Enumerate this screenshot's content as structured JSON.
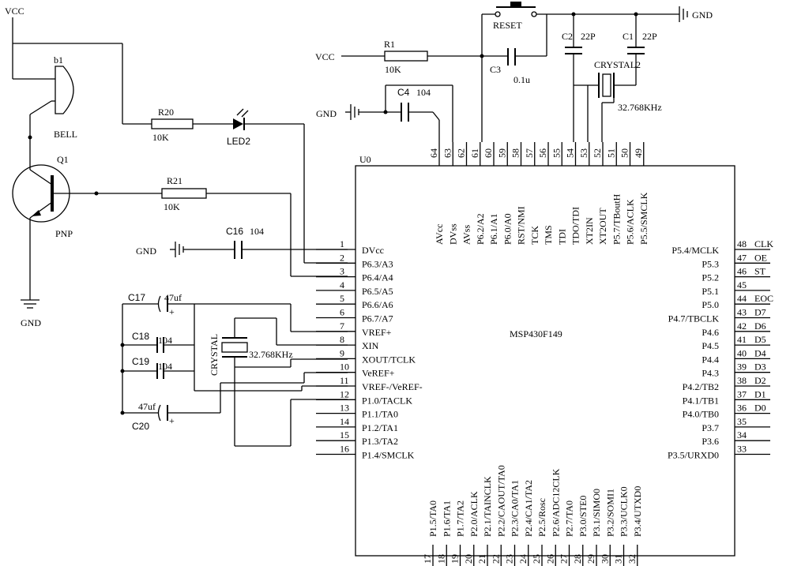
{
  "chip": {
    "ref": "U0",
    "name": "MSP430F149",
    "left_pins": [
      {
        "num": "1",
        "label": "DVcc"
      },
      {
        "num": "2",
        "label": "P6.3/A3"
      },
      {
        "num": "3",
        "label": "P6.4/A4"
      },
      {
        "num": "4",
        "label": "P6.5/A5"
      },
      {
        "num": "5",
        "label": "P6.6/A6"
      },
      {
        "num": "6",
        "label": "P6.7/A7"
      },
      {
        "num": "7",
        "label": "VREF+"
      },
      {
        "num": "8",
        "label": "XIN"
      },
      {
        "num": "9",
        "label": "XOUT/TCLK"
      },
      {
        "num": "10",
        "label": "VeREF+"
      },
      {
        "num": "11",
        "label": "VREF-/VeREF-"
      },
      {
        "num": "12",
        "label": "P1.0/TACLK"
      },
      {
        "num": "13",
        "label": "P1.1/TA0"
      },
      {
        "num": "14",
        "label": "P1.2/TA1"
      },
      {
        "num": "15",
        "label": "P1.3/TA2"
      },
      {
        "num": "16",
        "label": "P1.4/SMCLK"
      }
    ],
    "right_pins": [
      {
        "num": "48",
        "label": "P5.4/MCLK",
        "net": "CLK"
      },
      {
        "num": "47",
        "label": "P5.3",
        "net": "OE"
      },
      {
        "num": "46",
        "label": "P5.2",
        "net": "ST"
      },
      {
        "num": "45",
        "label": "P5.1",
        "net": ""
      },
      {
        "num": "44",
        "label": "P5.0",
        "net": "EOC"
      },
      {
        "num": "43",
        "label": "P4.7/TBCLK",
        "net": "D7"
      },
      {
        "num": "42",
        "label": "P4.6",
        "net": "D6"
      },
      {
        "num": "41",
        "label": "P4.5",
        "net": "D5"
      },
      {
        "num": "40",
        "label": "P4.4",
        "net": "D4"
      },
      {
        "num": "39",
        "label": "P4.3",
        "net": "D3"
      },
      {
        "num": "38",
        "label": "P4.2/TB2",
        "net": "D2"
      },
      {
        "num": "37",
        "label": "P4.1/TB1",
        "net": "D1"
      },
      {
        "num": "36",
        "label": "P4.0/TB0",
        "net": "D0"
      },
      {
        "num": "35",
        "label": "P3.7",
        "net": ""
      },
      {
        "num": "34",
        "label": "P3.6",
        "net": ""
      },
      {
        "num": "33",
        "label": "P3.5/URXD0",
        "net": ""
      }
    ],
    "top_pins": [
      {
        "num": "64",
        "label": "AVcc"
      },
      {
        "num": "63",
        "label": "DVss"
      },
      {
        "num": "62",
        "label": "AVss"
      },
      {
        "num": "61",
        "label": "P6.2/A2"
      },
      {
        "num": "60",
        "label": "P6.1/A1"
      },
      {
        "num": "59",
        "label": "P6.0/A0"
      },
      {
        "num": "58",
        "label": "RST/NMI"
      },
      {
        "num": "57",
        "label": "TCK"
      },
      {
        "num": "56",
        "label": "TMS"
      },
      {
        "num": "55",
        "label": "TDI"
      },
      {
        "num": "54",
        "label": "TDO/TDI"
      },
      {
        "num": "53",
        "label": "XT2IN"
      },
      {
        "num": "52",
        "label": "XT2OUT"
      },
      {
        "num": "51",
        "label": "P5.7/TBoutH"
      },
      {
        "num": "50",
        "label": "P5.6/ACLK"
      },
      {
        "num": "49",
        "label": "P5.5/SMCLK"
      }
    ],
    "bottom_pins": [
      {
        "num": "17",
        "label": "P1.5/TA0"
      },
      {
        "num": "18",
        "label": "P1.6/TA1"
      },
      {
        "num": "19",
        "label": "P1.7/TA2"
      },
      {
        "num": "20",
        "label": "P2.0/ACLK"
      },
      {
        "num": "21",
        "label": "P2.1/TAINCLK"
      },
      {
        "num": "22",
        "label": "P2.2/CAOUT/TA0"
      },
      {
        "num": "23",
        "label": "P2.3/CA0/TA1"
      },
      {
        "num": "24",
        "label": "P2.4/CA1/TA2"
      },
      {
        "num": "25",
        "label": "P2.5/Rosc"
      },
      {
        "num": "26",
        "label": "P2.6/ADC12CLK"
      },
      {
        "num": "27",
        "label": "P2.7/TA0"
      },
      {
        "num": "28",
        "label": "P3.0/STE0"
      },
      {
        "num": "29",
        "label": "P3.1/SIMO0"
      },
      {
        "num": "30",
        "label": "P3.2/SOMI1"
      },
      {
        "num": "31",
        "label": "P3.3/UCLK0"
      },
      {
        "num": "32",
        "label": "P3.4/UTXD0"
      }
    ]
  },
  "labels": {
    "vcc_top_left": "VCC",
    "vcc_r1": "VCC",
    "gnd_bl": "GND",
    "gnd_c4": "GND",
    "gnd_c16": "GND",
    "gnd_top_right": "GND",
    "bell_ref": "b1",
    "bell_name": "BELL",
    "q1_ref": "Q1",
    "q1_type": "PNP",
    "r20_ref": "R20",
    "r20_val": "10K",
    "led2_ref": "LED2",
    "r21_ref": "R21",
    "r21_val": "10K",
    "c16_ref": "C16",
    "c16_val": "104",
    "c4_ref": "C4",
    "c4_val": "104",
    "r1_ref": "R1",
    "r1_val": "10K",
    "c3_ref": "C3",
    "c3_val": "0.1u",
    "reset": "RESET",
    "c2_ref": "C2",
    "c2_val": "22P",
    "c1_ref": "C1",
    "c1_val": "22P",
    "crystal2_ref": "CRYSTAL2",
    "crystal2_val": "32.768KHz",
    "crystal_ref": "CRYSTAL",
    "crystal_val": "32.768KHz",
    "c17_ref": "C17",
    "c17_val": "47uf",
    "c18_ref": "C18",
    "c18_val": "104",
    "c19_ref": "C19",
    "c19_val": "104",
    "c20_ref": "C20",
    "c20_val": "47uf",
    "plus": "+"
  }
}
